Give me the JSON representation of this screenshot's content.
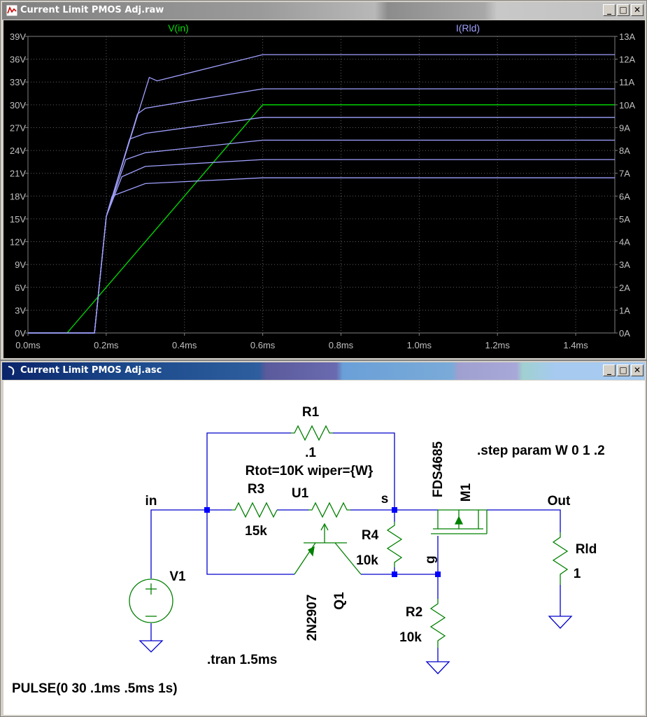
{
  "waveform_window": {
    "title": "Current Limit PMOS Adj.raw",
    "buttons": {
      "minimize": "_",
      "maximize": "□",
      "close": "✕"
    },
    "traces": [
      {
        "name": "V(in)",
        "color": "#00e000"
      },
      {
        "name": "I(Rld)",
        "color": "#a0a0ff"
      }
    ],
    "y_left_ticks": [
      "39V",
      "36V",
      "33V",
      "30V",
      "27V",
      "24V",
      "21V",
      "18V",
      "15V",
      "12V",
      "9V",
      "6V",
      "3V",
      "0V"
    ],
    "y_right_ticks": [
      "13A",
      "12A",
      "11A",
      "10A",
      "9A",
      "8A",
      "7A",
      "6A",
      "5A",
      "4A",
      "3A",
      "2A",
      "1A",
      "0A"
    ],
    "x_ticks": [
      "0.0ms",
      "0.2ms",
      "0.4ms",
      "0.6ms",
      "0.8ms",
      "1.0ms",
      "1.2ms",
      "1.4ms"
    ]
  },
  "chart_data": {
    "type": "line",
    "xlabel": "",
    "ylabel_left": "",
    "ylabel_right": "",
    "x_unit": "ms",
    "xlim": [
      0,
      1.5
    ],
    "ylim_left": [
      0,
      39
    ],
    "ylim_right": [
      0,
      13
    ],
    "grid": true,
    "legend": "top",
    "series": [
      {
        "name": "V(in)",
        "axis": "left",
        "x": [
          0,
          0.1,
          0.6,
          1.5
        ],
        "values": [
          0,
          0,
          30,
          30
        ]
      },
      {
        "axis": "right",
        "step_W": "0",
        "x": [
          0,
          0.17,
          0.2,
          0.215,
          0.3,
          0.6,
          1.5
        ],
        "values": [
          0,
          0,
          5.1,
          6.0,
          6.55,
          6.8,
          6.8
        ]
      },
      {
        "axis": "right",
        "step_W": ".2",
        "x": [
          0,
          0.17,
          0.2,
          0.24,
          0.3,
          0.6,
          1.5
        ],
        "values": [
          0,
          0,
          5.1,
          6.85,
          7.3,
          7.6,
          7.6
        ]
      },
      {
        "axis": "right",
        "step_W": ".4",
        "x": [
          0,
          0.17,
          0.2,
          0.25,
          0.3,
          0.6,
          1.5
        ],
        "values": [
          0,
          0,
          5.1,
          7.6,
          7.9,
          8.45,
          8.45
        ]
      },
      {
        "axis": "right",
        "step_W": ".6",
        "x": [
          0,
          0.17,
          0.2,
          0.26,
          0.3,
          0.6,
          1.5
        ],
        "values": [
          0,
          0,
          5.1,
          8.5,
          8.75,
          9.45,
          9.45
        ]
      },
      {
        "axis": "right",
        "step_W": ".8",
        "x": [
          0,
          0.17,
          0.2,
          0.28,
          0.3,
          0.6,
          1.5
        ],
        "values": [
          0,
          0,
          5.1,
          9.6,
          9.85,
          10.7,
          10.7
        ]
      },
      {
        "axis": "right",
        "step_W": "1",
        "x": [
          0,
          0.17,
          0.2,
          0.31,
          0.33,
          0.6,
          1.5
        ],
        "values": [
          0,
          0,
          5.1,
          11.2,
          11.05,
          12.2,
          12.2
        ]
      }
    ]
  },
  "schematic_window": {
    "title": "Current Limit PMOS Adj.asc",
    "buttons": {
      "minimize": "_",
      "maximize": "□",
      "close": "✕"
    },
    "wire_color": "#0000cc",
    "component_color": "#008000",
    "labels": {
      "R1": "R1",
      "R1_val": ".1",
      "U1_param": "Rtot=10K wiper={W}",
      "U1": "U1",
      "R3": "R3",
      "R3_val": "15k",
      "R4": "R4",
      "R4_val": "10k",
      "R2": "R2",
      "R2_val": "10k",
      "Rld": "Rld",
      "Rld_val": "1",
      "M1": "M1",
      "M1_part": "FDS4685",
      "Q1": "Q1",
      "Q1_part": "2N2907",
      "V1": "V1",
      "net_in": "in",
      "net_out": "Out",
      "net_s": "s",
      "net_g": "g",
      "step_cmd": ".step param W 0 1 .2",
      "tran_cmd": ".tran 1.5ms",
      "pulse": "PULSE(0 30 .1ms .5ms 1s)"
    }
  }
}
